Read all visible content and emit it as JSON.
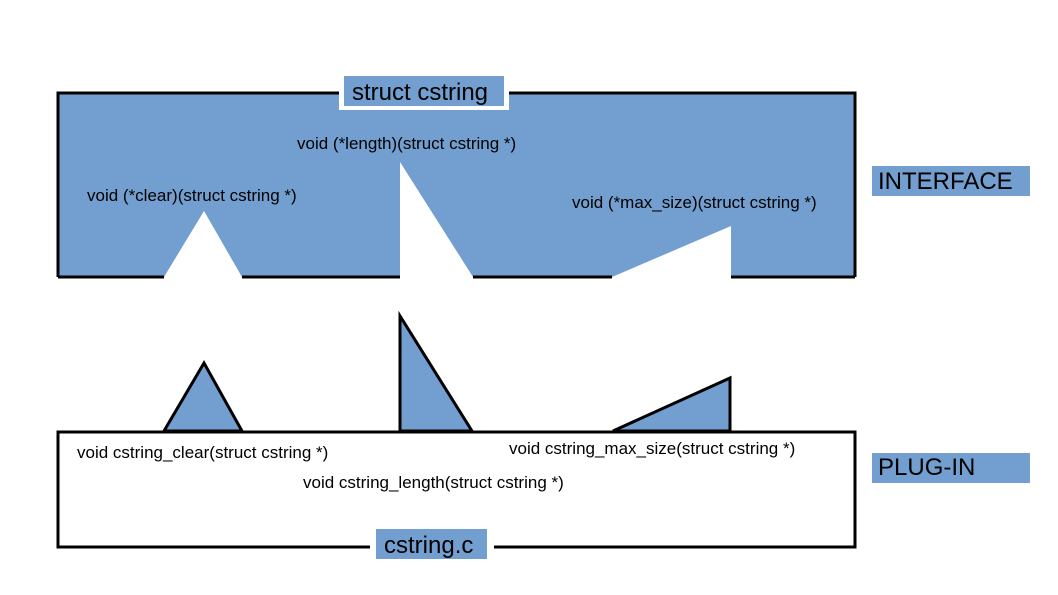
{
  "colors": {
    "fill": "#729FCF",
    "stroke": "#000000",
    "background": "#FFFFFF"
  },
  "interface": {
    "title": "struct cstring",
    "side_label": "INTERFACE",
    "members": {
      "length": "void (*length)(struct cstring *)",
      "clear": "void (*clear)(struct cstring *)",
      "max_size": "void (*max_size)(struct cstring *)"
    }
  },
  "plugin": {
    "title": "cstring.c",
    "side_label": "PLUG-IN",
    "functions": {
      "clear": "void cstring_clear(struct cstring *)",
      "max_size": "void cstring_max_size(struct cstring *)",
      "length": "void cstring_length(struct cstring *)"
    }
  }
}
